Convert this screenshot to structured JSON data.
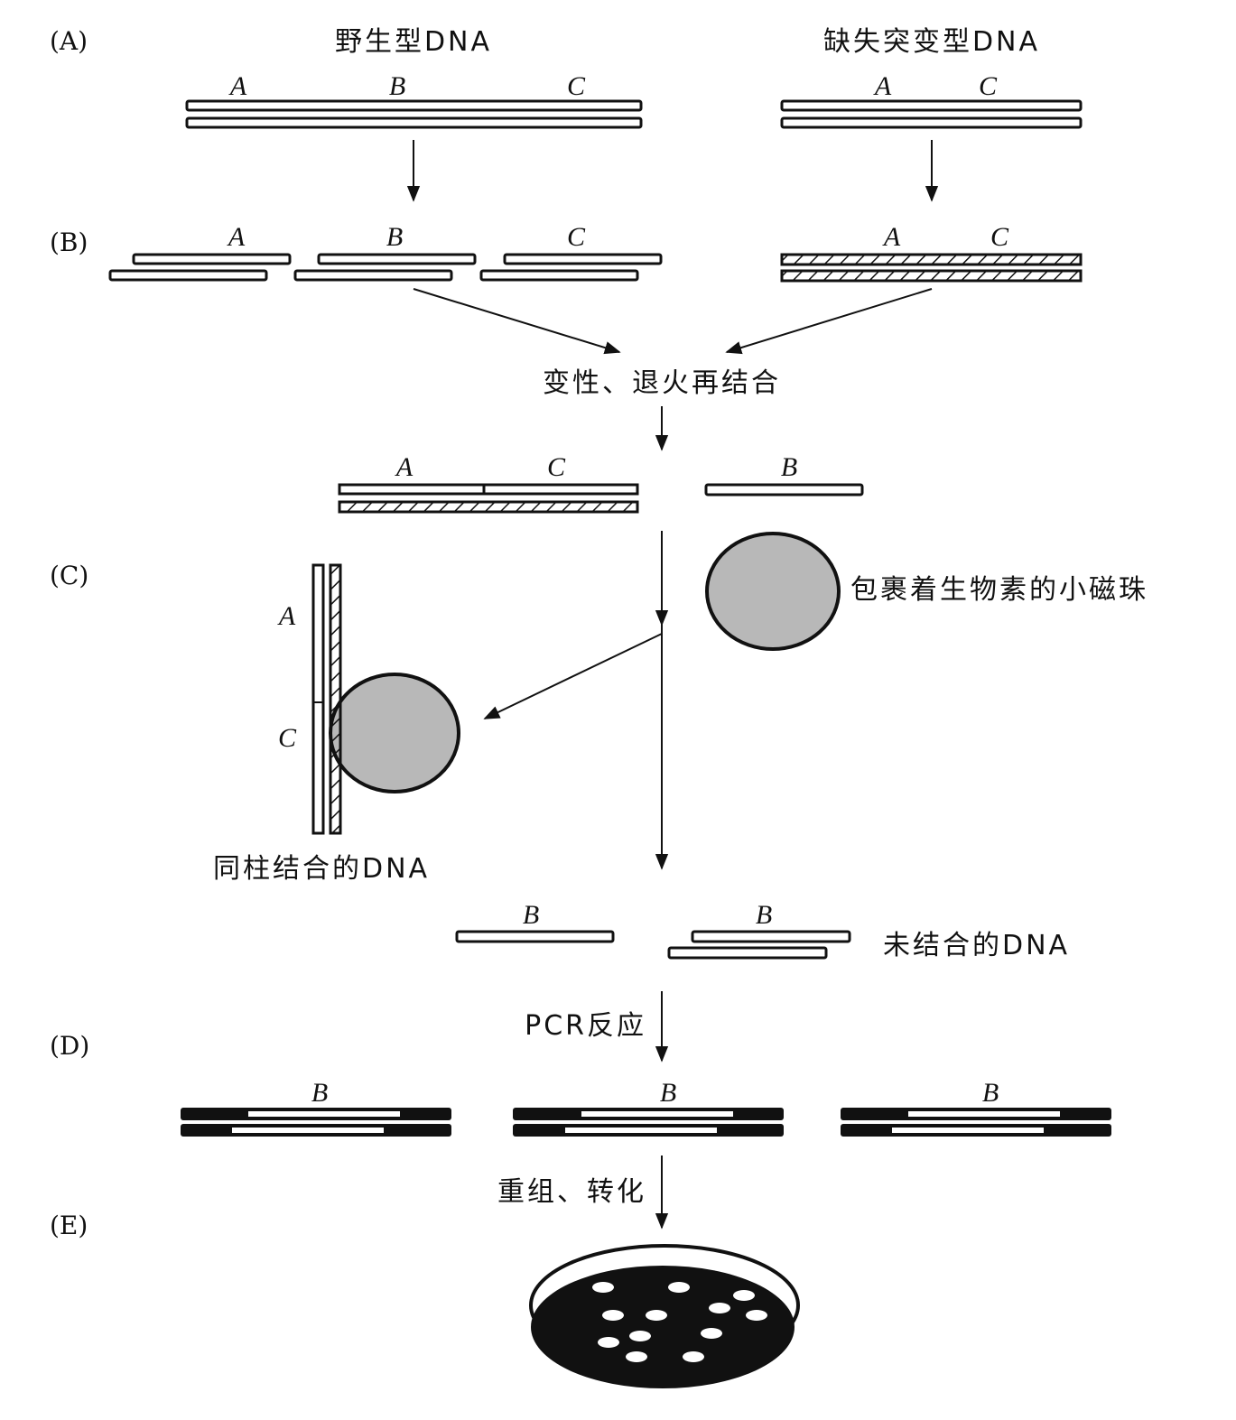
{
  "panels": {
    "a": "(A)",
    "b": "(B)",
    "c": "(C)",
    "d": "(D)",
    "e": "(E)"
  },
  "captions": {
    "wild_type": "野生型DNA",
    "deletion_mutant": "缺失突变型DNA",
    "denature": "变性、退火再结合",
    "bead": "包裹着生物素的小磁珠",
    "bound": "同柱结合的DNA",
    "unbound": "未结合的DNA",
    "pcr": "PCR反应",
    "recombine": "重组、转化"
  },
  "segments": {
    "a": "A",
    "b": "B",
    "c": "C"
  },
  "colors": {
    "ink": "#111111",
    "bead": "#b8b8b8",
    "background": "#ffffff"
  }
}
